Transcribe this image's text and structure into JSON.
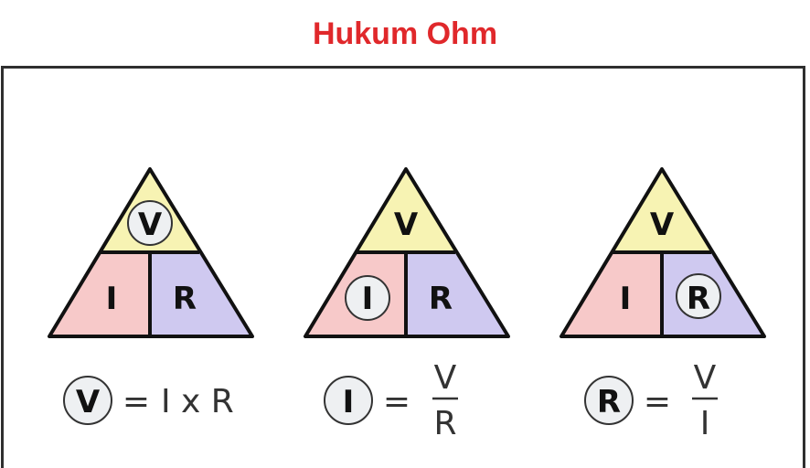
{
  "title": "Hukum Ohm",
  "colors": {
    "title": "#e0282b",
    "top_section": "#f7f3b3",
    "left_section": "#f7c9c9",
    "right_section": "#cfc9f0",
    "circle_fill": "#eef0f2"
  },
  "triangles": [
    {
      "top": "V",
      "left": "I",
      "right": "R",
      "highlight": "V",
      "formula": {
        "subject": "V",
        "eq": "=",
        "rhs": "I x R"
      }
    },
    {
      "top": "V",
      "left": "I",
      "right": "R",
      "highlight": "I",
      "formula": {
        "subject": "I",
        "eq": "=",
        "numerator": "V",
        "denominator": "R"
      }
    },
    {
      "top": "V",
      "left": "I",
      "right": "R",
      "highlight": "R",
      "formula": {
        "subject": "R",
        "eq": "=",
        "numerator": "V",
        "denominator": "I"
      }
    }
  ]
}
